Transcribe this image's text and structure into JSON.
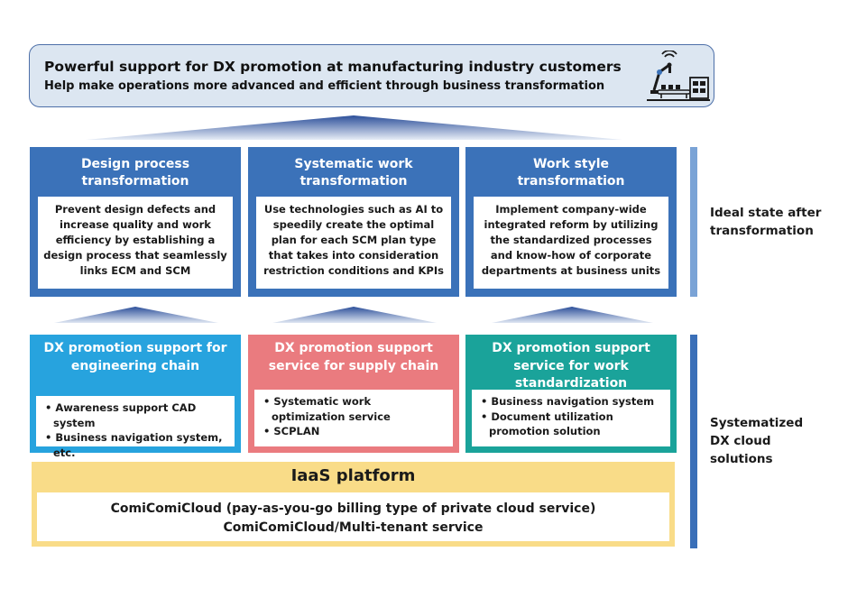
{
  "banner": {
    "headline": "Powerful support for DX promotion at manufacturing industry customers",
    "subline": "Help make operations more advanced and efficient through business transformation",
    "icon": "factory-robot-arm-icon"
  },
  "ideal_state": {
    "label_line1": "Ideal state after",
    "label_line2": "transformation",
    "cards": [
      {
        "title_line1": "Design process",
        "title_line2": "transformation",
        "desc": [
          "Prevent design defects and",
          "increase quality and work",
          "efficiency by establishing a",
          "design process that seamlessly",
          "links ECM and SCM"
        ]
      },
      {
        "title_line1": "Systematic work",
        "title_line2": "transformation",
        "desc": [
          "Use technologies such as AI to",
          "speedily create the optimal",
          "plan for each SCM plan type",
          "that takes into consideration",
          "restriction conditions and KPIs"
        ]
      },
      {
        "title_line1": "Work style",
        "title_line2": "transformation",
        "desc": [
          "Implement company-wide",
          "integrated reform by utilizing",
          "the standardized processes",
          "and know-how of corporate",
          "departments at business units"
        ]
      }
    ]
  },
  "solutions": {
    "label_line1": "Systematized",
    "label_line2": "DX cloud",
    "label_line3": "solutions",
    "cards": [
      {
        "title": [
          "DX promotion support for",
          "engineering chain"
        ],
        "items": [
          "• Awareness support CAD system",
          "• Business navigation system, etc."
        ],
        "color": "#27a3de"
      },
      {
        "title": [
          "DX promotion support",
          "service for supply chain"
        ],
        "items": [
          "• Systematic work optimization service",
          "• SCPLAN"
        ],
        "color": "#ea7b7f"
      },
      {
        "title": [
          "DX promotion support",
          "service for work",
          "standardization"
        ],
        "items": [
          "• Business navigation system",
          "• Document utilization promotion solution"
        ],
        "color": "#1aa39a"
      }
    ]
  },
  "iaas": {
    "title": "IaaS platform",
    "line1": "ComiComiCloud (pay-as-you-go billing type of private cloud service)",
    "line2": "ComiComiCloud/Multi-tenant service"
  },
  "colors": {
    "transform_blue": "#3b72b9",
    "sidebar_light": "#7aa3d6",
    "sidebar_dark": "#3a6fb8",
    "iaas_yellow": "#f9dc88",
    "banner_bg": "#dce6f1"
  }
}
